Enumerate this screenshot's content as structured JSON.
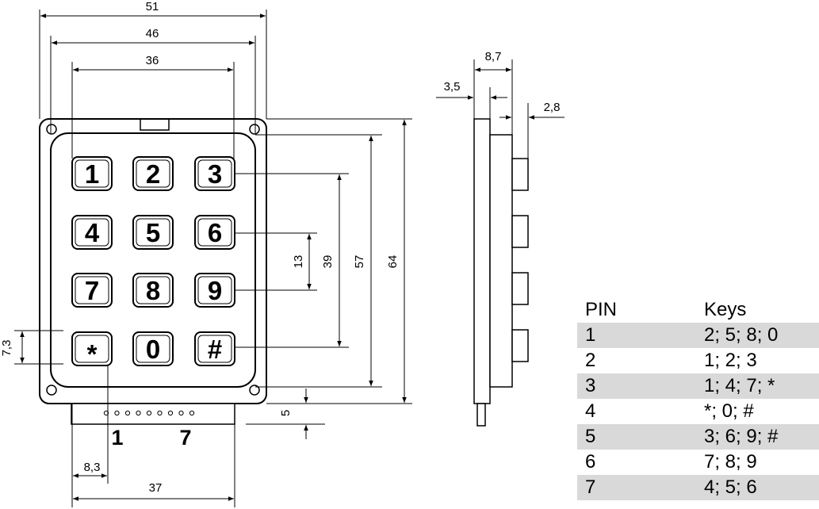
{
  "dimensions": {
    "width_outer": "51",
    "width_inner": "46",
    "key_span_h": "36",
    "height_outer": "64",
    "height_inner": "57",
    "key_span_v": "39",
    "key_pitch": "13",
    "key_size": "7,3",
    "connector_offset": "5",
    "pin1_offset": "8,3",
    "connector_width": "37",
    "thickness_total": "8,7",
    "thickness_body": "3,5",
    "key_height": "2,8"
  },
  "keys": [
    "1",
    "2",
    "3",
    "4",
    "5",
    "6",
    "7",
    "8",
    "9",
    "*",
    "0",
    "#"
  ],
  "connector": {
    "pin_first": "1",
    "pin_last": "7"
  },
  "pin_table": {
    "header": {
      "pin": "PIN",
      "keys": "Keys"
    },
    "rows": [
      {
        "pin": "1",
        "keys": "2; 5; 8; 0"
      },
      {
        "pin": "2",
        "keys": "1; 2; 3"
      },
      {
        "pin": "3",
        "keys": "1; 4; 7; *"
      },
      {
        "pin": "4",
        "keys": "*; 0; #"
      },
      {
        "pin": "5",
        "keys": "3; 6; 9; #"
      },
      {
        "pin": "6",
        "keys": "7; 8; 9"
      },
      {
        "pin": "7",
        "keys": "4; 5; 6"
      }
    ]
  }
}
